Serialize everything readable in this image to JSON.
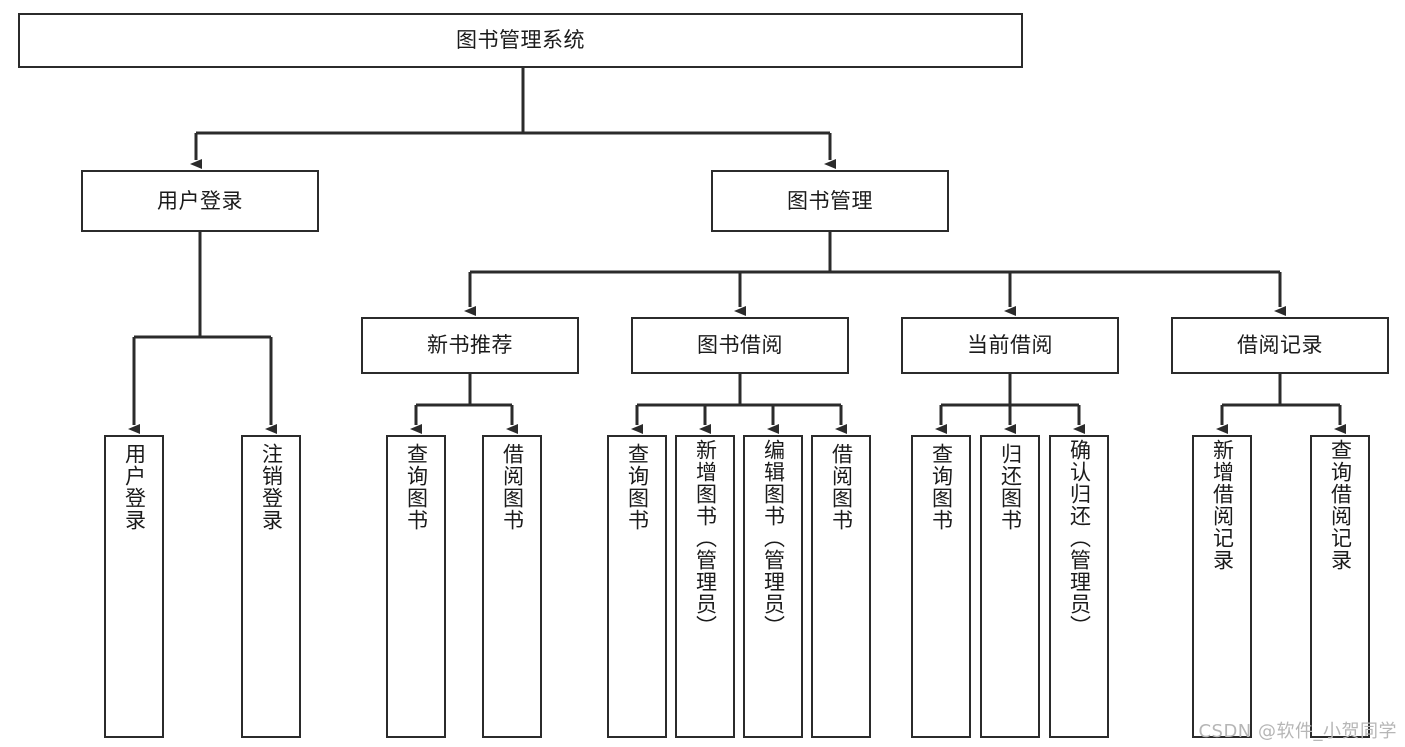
{
  "diagram": {
    "title": "图书管理系统",
    "type": "tree",
    "orientation": "top-down",
    "colors": {
      "box_border": "#2b2b2b",
      "box_fill": "#ffffff",
      "connector": "#2b2b2b",
      "text": "#1b1b1b",
      "watermark": "#b6b6b6",
      "background": "#ffffff"
    },
    "root": {
      "label": "图书管理系统"
    },
    "level2": [
      {
        "label": "用户登录"
      },
      {
        "label": "图书管理"
      }
    ],
    "level3": [
      {
        "label": "新书推荐"
      },
      {
        "label": "图书借阅"
      },
      {
        "label": "当前借阅"
      },
      {
        "label": "借阅记录"
      }
    ],
    "leaves": {
      "user_login": [
        {
          "label": "用户登录"
        },
        {
          "label": "注销登录"
        }
      ],
      "new_book_recommend": [
        {
          "label": "查询图书"
        },
        {
          "label": "借阅图书"
        }
      ],
      "book_borrow": [
        {
          "label": "查询图书"
        },
        {
          "label": "新增图书（管理员）"
        },
        {
          "label": "编辑图书（管理员）"
        },
        {
          "label": "借阅图书"
        }
      ],
      "current_borrow": [
        {
          "label": "查询图书"
        },
        {
          "label": "归还图书"
        },
        {
          "label": "确认归还（管理员）"
        }
      ],
      "borrow_record": [
        {
          "label": "新增借阅记录"
        },
        {
          "label": "查询借阅记录"
        }
      ]
    }
  },
  "watermark": {
    "text": "CSDN @软件_小贺同学"
  }
}
